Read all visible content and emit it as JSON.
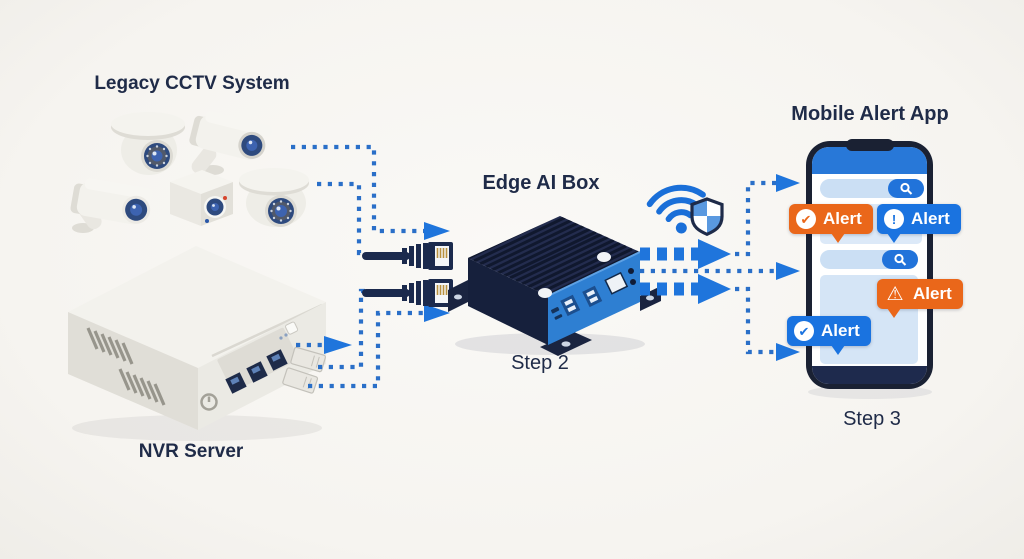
{
  "legacy_cctv": {
    "title": "Legacy CCTV System"
  },
  "nvr": {
    "label": "NVR Server"
  },
  "edge_box": {
    "label": "Edge AI Box",
    "step": "Step 2"
  },
  "mobile": {
    "title": "Mobile Alert App",
    "step": "Step 3",
    "alerts": [
      {
        "label": "Alert",
        "icon": "check-circle-icon",
        "glyph": "✔",
        "color": "#ea671a"
      },
      {
        "label": "Alert",
        "icon": "exclamation-circle-icon",
        "glyph": "!",
        "color": "#1a73e0"
      },
      {
        "label": "Alert",
        "icon": "warning-triangle-icon",
        "glyph": "⚠",
        "color": "#ea671a"
      },
      {
        "label": "Alert",
        "icon": "check-circle-icon",
        "glyph": "✔",
        "color": "#1a73e0"
      }
    ]
  },
  "colors": {
    "accent_blue": "#1f75dc",
    "dotted_blue": "#2a6fc8",
    "navy_text": "#1f2b48",
    "alert_orange": "#ea671a",
    "alert_blue": "#1a73e0",
    "phone_header_blue": "#2878d8"
  }
}
